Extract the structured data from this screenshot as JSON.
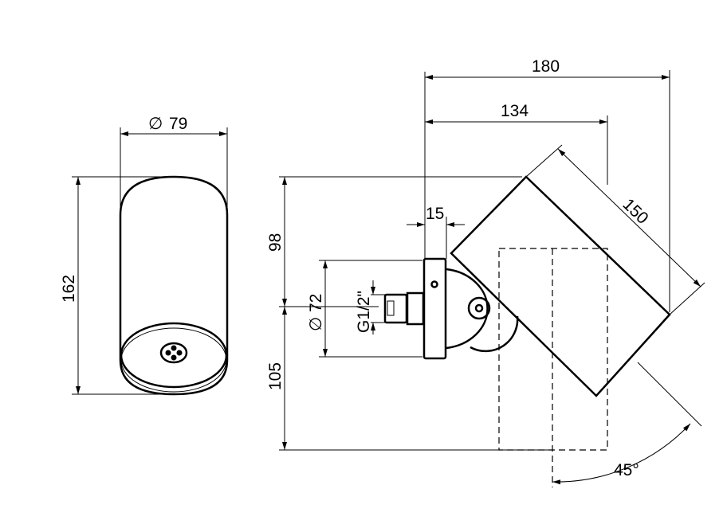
{
  "drawing": {
    "front_view": {
      "diameter_symbol": "∅",
      "diameter": "79",
      "height": "162"
    },
    "side_view": {
      "upper_height": "98",
      "lower_height": "105",
      "flange_diameter_symbol": "∅",
      "flange_diameter": "72",
      "thread": "G1/2\"",
      "flange_depth": "15",
      "projection": "134",
      "total_depth": "180",
      "head_length": "150",
      "tilt_angle": "45°"
    }
  }
}
